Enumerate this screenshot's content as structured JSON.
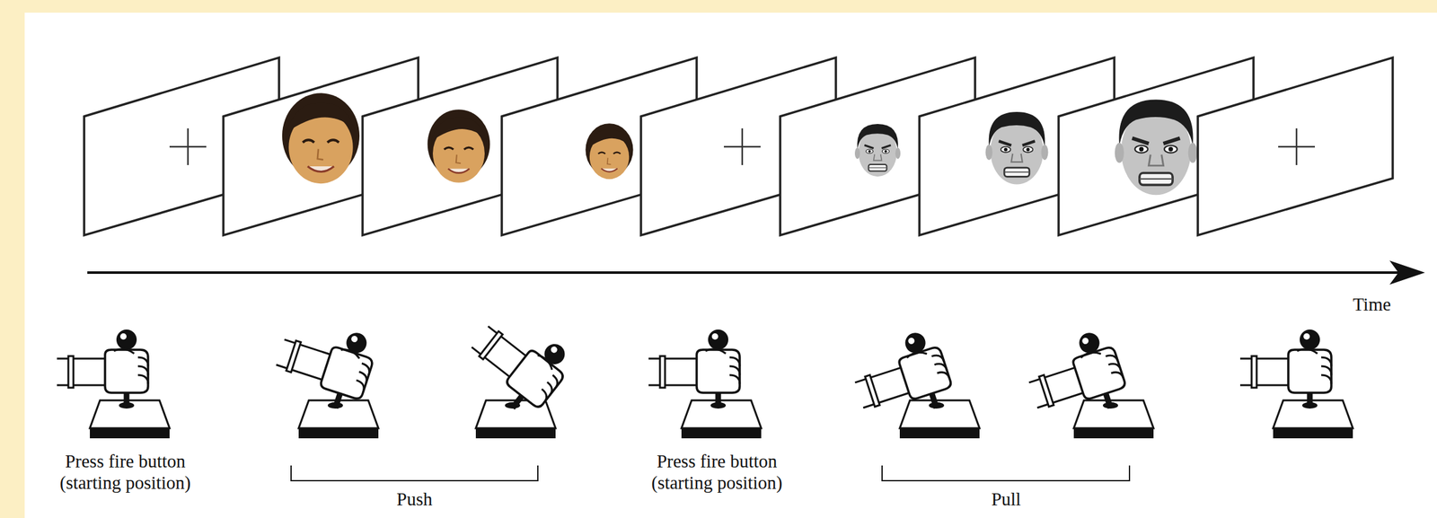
{
  "diagram": {
    "labels": [
      "Press fire button (starting position)",
      "Push",
      "Press fire button (starting position)",
      "Pull",
      "Time"
    ]
  }
}
